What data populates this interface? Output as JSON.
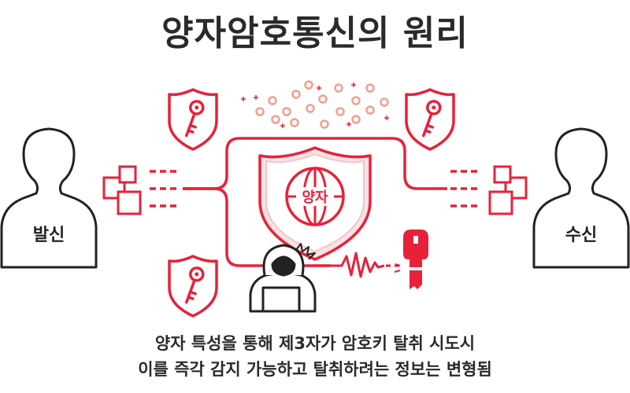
{
  "title": "양자암호통신의 원리",
  "sender_label": "발신",
  "receiver_label": "수신",
  "center_shield_label": "양자",
  "caption_line1": "양자 특성을 통해 제3자가 암호키 탈취 시도시",
  "caption_line2": "이를 즉각 감지 가능하고 탈취하려는 정보는 변형됨",
  "colors": {
    "accent": "#e8213a",
    "dark": "#222222",
    "particle": "#f0a08f"
  },
  "icons": [
    "person-icon",
    "key-shield-icon",
    "quantum-globe-shield-icon",
    "hacker-icon",
    "broken-key-icon",
    "data-packet-icon"
  ]
}
